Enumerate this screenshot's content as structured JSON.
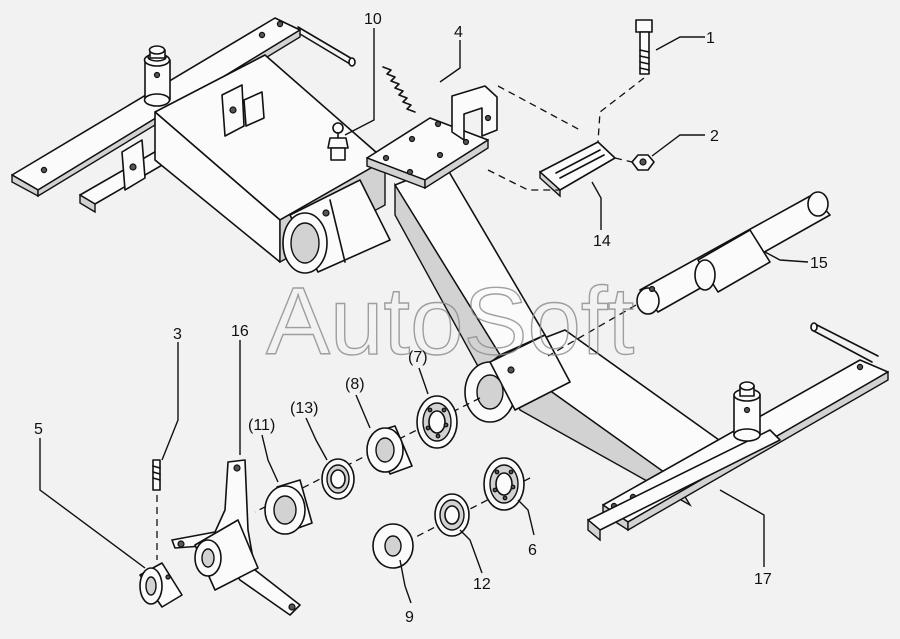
{
  "watermark": "AutoSoft",
  "callouts": [
    {
      "id": "c1",
      "text": "1"
    },
    {
      "id": "c2",
      "text": "2"
    },
    {
      "id": "c3",
      "text": "3"
    },
    {
      "id": "c4",
      "text": "4"
    },
    {
      "id": "c5",
      "text": "5"
    },
    {
      "id": "c6",
      "text": "6"
    },
    {
      "id": "c7",
      "text": "(7)"
    },
    {
      "id": "c8",
      "text": "(8)"
    },
    {
      "id": "c9",
      "text": "9"
    },
    {
      "id": "c10",
      "text": "10"
    },
    {
      "id": "c11",
      "text": "(11)"
    },
    {
      "id": "c12",
      "text": "12"
    },
    {
      "id": "c13",
      "text": "(13)"
    },
    {
      "id": "c14",
      "text": "14"
    },
    {
      "id": "c15",
      "text": "15"
    },
    {
      "id": "c16",
      "text": "16"
    },
    {
      "id": "c17",
      "text": "17"
    }
  ]
}
